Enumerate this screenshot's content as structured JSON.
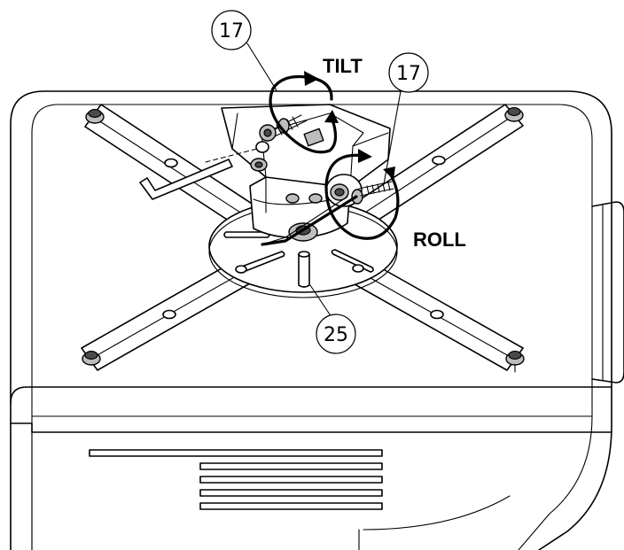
{
  "callouts": [
    {
      "id": "tilt-screw",
      "number": "17"
    },
    {
      "id": "roll-screw",
      "number": "17"
    },
    {
      "id": "base-hex",
      "number": "25"
    }
  ],
  "motion_labels": {
    "tilt": "TILT",
    "roll": "ROLL"
  }
}
